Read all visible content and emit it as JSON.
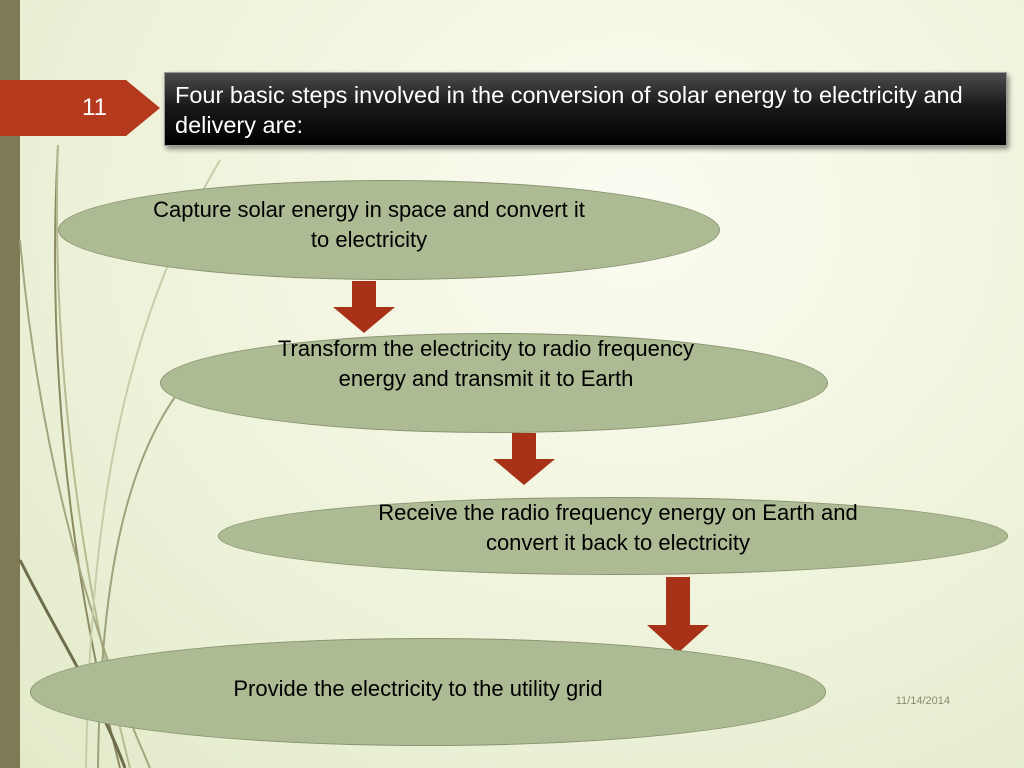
{
  "slide": {
    "number": "11",
    "title": "Four basic steps involved in the conversion of solar energy to electricity and delivery  are:",
    "date": "11/14/2014"
  },
  "steps": [
    {
      "text": "Capture solar energy in space and convert it to electricity"
    },
    {
      "text": "Transform the electricity to radio frequency energy and transmit it to Earth"
    },
    {
      "text": "Receive the radio frequency energy on Earth and convert it back to electricity"
    },
    {
      "text": "Provide the electricity to the utility grid"
    }
  ],
  "colors": {
    "ellipse_fill": "#adbb94",
    "arrow": "#a83217",
    "number_tab": "#b5391c",
    "title_bar": "#000000",
    "left_bar": "#7d7a55"
  }
}
